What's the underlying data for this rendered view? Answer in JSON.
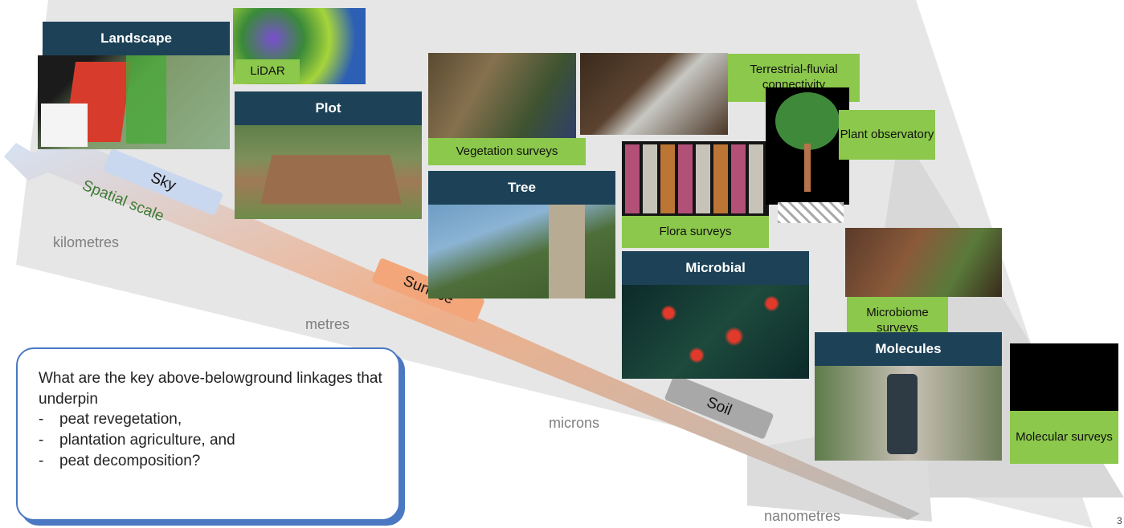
{
  "scale_arrow": {
    "label": "Spatial scale"
  },
  "scale_levels": {
    "kilometres": "kilometres",
    "metres": "metres",
    "microns": "microns",
    "nanometres": "nanometres"
  },
  "zones": {
    "sky": "Sky",
    "surface": "Surface",
    "soil": "Soil"
  },
  "panels": {
    "landscape": "Landscape",
    "plot": "Plot",
    "tree": "Tree",
    "microbial": "Microbial",
    "molecules": "Molecules"
  },
  "methods": {
    "lidar": "LiDAR",
    "vegetation": "Vegetation surveys",
    "fluvial": "Terrestrial-fluvial connectivity",
    "observatory": "Plant observatory",
    "flora": "Flora surveys",
    "microbiome": "Microbiome surveys",
    "molecular": "Molecular surveys"
  },
  "question": {
    "text": "What are the key above-belowground linkages that underpin",
    "items": [
      "peat revegetation,",
      "plantation agriculture, and",
      "peat decomposition?"
    ]
  },
  "page_number": "3",
  "colors": {
    "header": "#1d4257",
    "label": "#8cc84b",
    "question_border": "#4a78c2",
    "sky": "#c9d8ee",
    "surface": "#f3a67a",
    "soil": "#a8a8a8"
  }
}
